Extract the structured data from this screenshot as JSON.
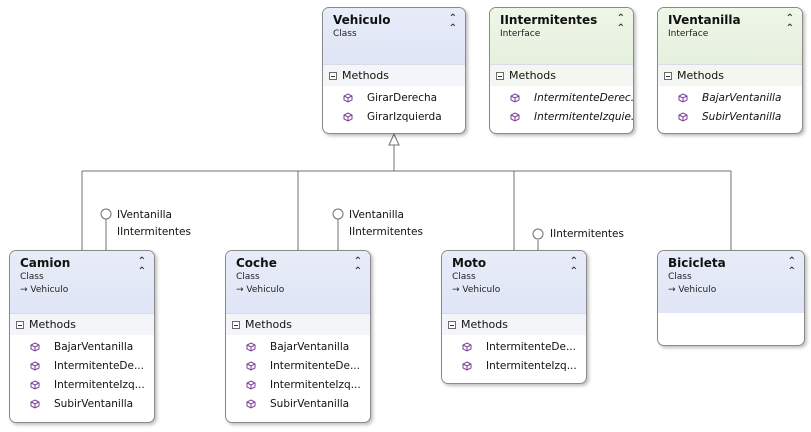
{
  "boxes": {
    "vehiculo": {
      "name": "Vehiculo",
      "kind": "Class",
      "section": "Methods",
      "methods": [
        "GirarDerecha",
        "GirarIzquierda"
      ]
    },
    "iintermitentes": {
      "name": "IIntermitentes",
      "kind": "Interface",
      "section": "Methods",
      "methods": [
        "IntermitenteDerec...",
        "IntermitenteIzquie..."
      ]
    },
    "iventanilla": {
      "name": "IVentanilla",
      "kind": "Interface",
      "section": "Methods",
      "methods": [
        "BajarVentanilla",
        "SubirVentanilla"
      ]
    },
    "camion": {
      "name": "Camion",
      "kind": "Class",
      "base": "→ Vehiculo",
      "section": "Methods",
      "methods": [
        "BajarVentanilla",
        "IntermitenteDe...",
        "IntermitenteIzq...",
        "SubirVentanilla"
      ]
    },
    "coche": {
      "name": "Coche",
      "kind": "Class",
      "base": "→ Vehiculo",
      "section": "Methods",
      "methods": [
        "BajarVentanilla",
        "IntermitenteDe...",
        "IntermitenteIzq...",
        "SubirVentanilla"
      ]
    },
    "moto": {
      "name": "Moto",
      "kind": "Class",
      "base": "→ Vehiculo",
      "section": "Methods",
      "methods": [
        "IntermitenteDe...",
        "IntermitenteIzq..."
      ]
    },
    "bicicleta": {
      "name": "Bicicleta",
      "kind": "Class",
      "base": "→ Vehiculo"
    }
  },
  "lollipops": {
    "camion": [
      "IVentanilla",
      "IIntermitentes"
    ],
    "coche": [
      "IVentanilla",
      "IIntermitentes"
    ],
    "moto": [
      "IIntermitentes"
    ]
  },
  "colors": {
    "class_header": "#dfe5f6",
    "interface_header": "#e6f0de",
    "method_icon": "#7a3d9a",
    "line": "#707070"
  },
  "icons": {
    "method": "method-cube-icon",
    "collapse": "collapse-chevron-icon",
    "section_toggle": "minus-toggle-icon"
  }
}
